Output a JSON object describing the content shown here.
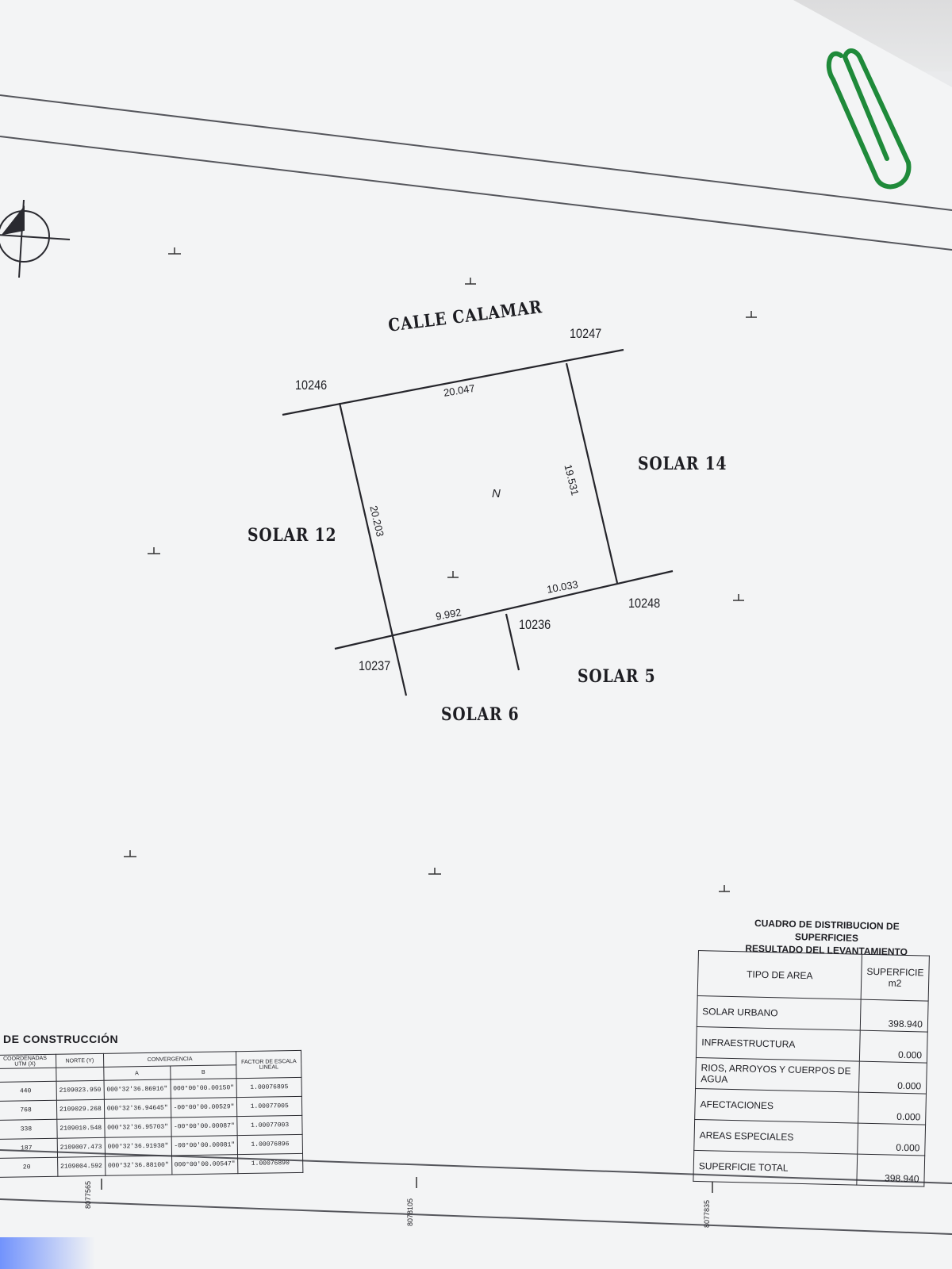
{
  "plan": {
    "street": "CALLE CALAMAR",
    "north_symbol": "N",
    "neighbors": [
      "SOLAR 14",
      "SOLAR 12",
      "SOLAR 5",
      "SOLAR 6"
    ],
    "vertices": [
      "10246",
      "10247",
      "10248",
      "10236",
      "10237"
    ],
    "measures": [
      "20.047",
      "19.531",
      "20.203",
      "10.033",
      "9.992"
    ]
  },
  "superficies": {
    "title_line1": "CUADRO DE DISTRIBUCION DE SUPERFICIES",
    "title_line2": "RESULTADO DEL LEVANTAMIENTO",
    "col_tipo": "TIPO DE AREA",
    "col_sup": "SUPERFICIE m2",
    "rows": [
      {
        "tipo": "SOLAR URBANO",
        "valor": "398.940"
      },
      {
        "tipo": "INFRAESTRUCTURA",
        "valor": "0.000"
      },
      {
        "tipo": "RIOS, ARROYOS Y CUERPOS DE AGUA",
        "valor": "0.000"
      },
      {
        "tipo": "AFECTACIONES",
        "valor": "0.000"
      },
      {
        "tipo": "AREAS ESPECIALES",
        "valor": "0.000"
      },
      {
        "tipo": "SUPERFICIE TOTAL",
        "valor": "398.940"
      }
    ]
  },
  "construccion": {
    "title": "DE CONSTRUCCIÓN",
    "h_coord": "COORDENADAS UTM",
    "h_x": "(X)",
    "h_norte": "NORTE (Y)",
    "h_conv": "CONVERGENCIA",
    "h_a": "A",
    "h_b": "B",
    "h_factor": "FACTOR DE ESCALA LINEAL",
    "rows": [
      {
        "x": "440",
        "norte": "2109023.950",
        "a": "000°32'36.86916\"",
        "b": "000°00'00.00150\"",
        "f": "1.00076895"
      },
      {
        "x": "768",
        "norte": "2109029.268",
        "a": "000°32'36.94645\"",
        "b": "-00°00'00.00529\"",
        "f": "1.00077005"
      },
      {
        "x": "338",
        "norte": "2109010.548",
        "a": "000°32'36.95703\"",
        "b": "-00°00'00.00087\"",
        "f": "1.00077003"
      },
      {
        "x": "187",
        "norte": "2109007.473",
        "a": "000°32'36.91938\"",
        "b": "-00°00'00.00081\"",
        "f": "1.00076896"
      },
      {
        "x": "20",
        "norte": "2109004.592",
        "a": "000°32'36.88100\"",
        "b": "000°00'00.00547\"",
        "f": "1.00076890"
      }
    ]
  },
  "grid_labels": [
    "8077565",
    "8078105",
    "8077835"
  ]
}
